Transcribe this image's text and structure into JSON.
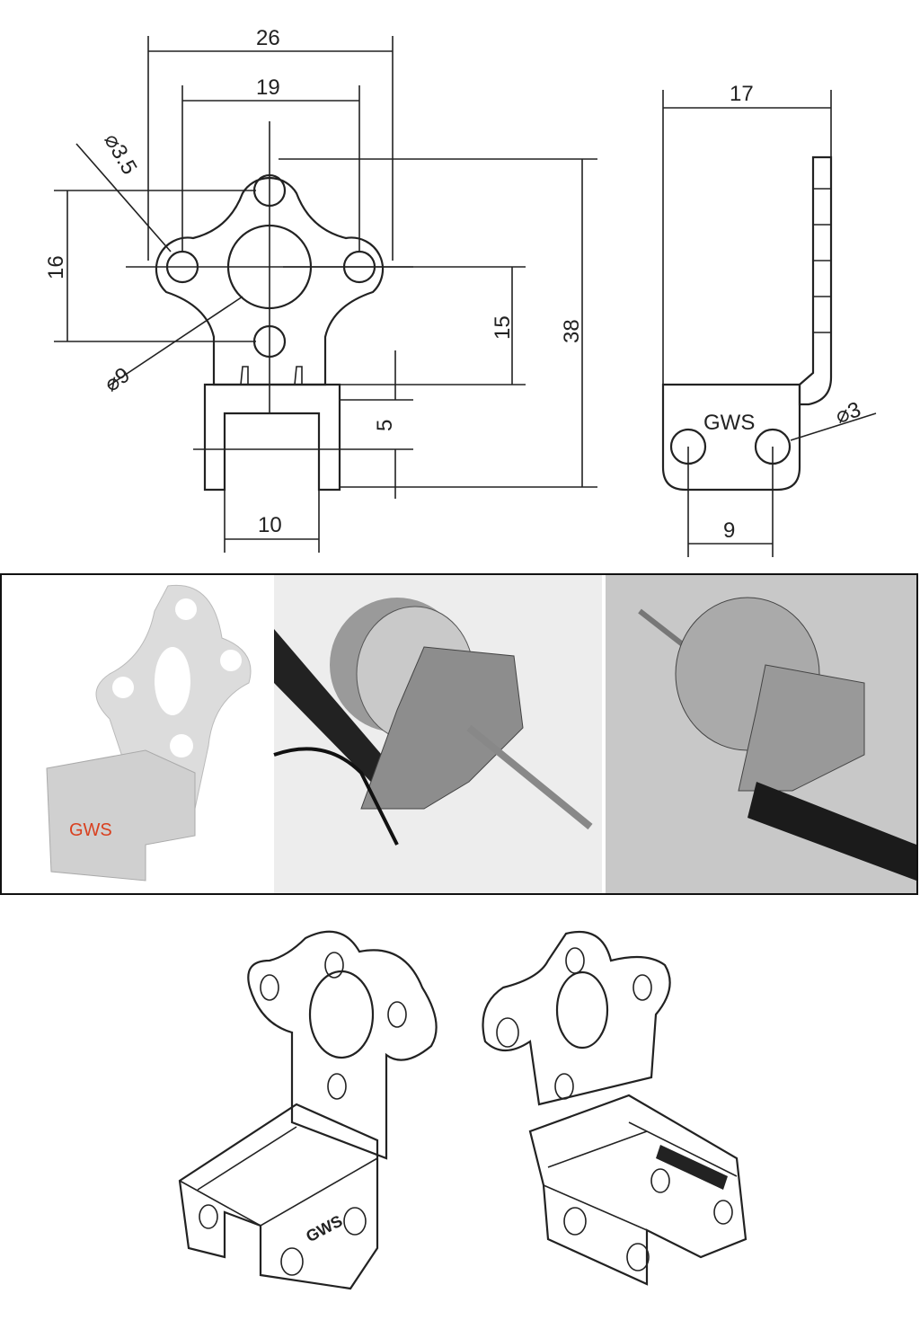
{
  "front_view": {
    "dim_width_outer": "26",
    "dim_width_holes": "19",
    "dim_hole_dia": "⌀3.5",
    "dim_height_holes": "16",
    "dim_center_hole_dia": "⌀9",
    "dim_center_to_base": "15",
    "dim_total_height": "38",
    "dim_base_height": "5",
    "dim_base_width": "10"
  },
  "side_view": {
    "dim_depth": "17",
    "brand_label": "GWS",
    "dim_base_hole_dia": "⌀3",
    "dim_base_hole_spacing": "9"
  },
  "photos": {
    "bracket_photo_label": "GWS"
  },
  "isometric": {
    "left_label": "GWS"
  },
  "colors": {
    "line": "#222222",
    "photo_gray_bg": "#c8c8c8",
    "brand_red": "#d9401f"
  }
}
